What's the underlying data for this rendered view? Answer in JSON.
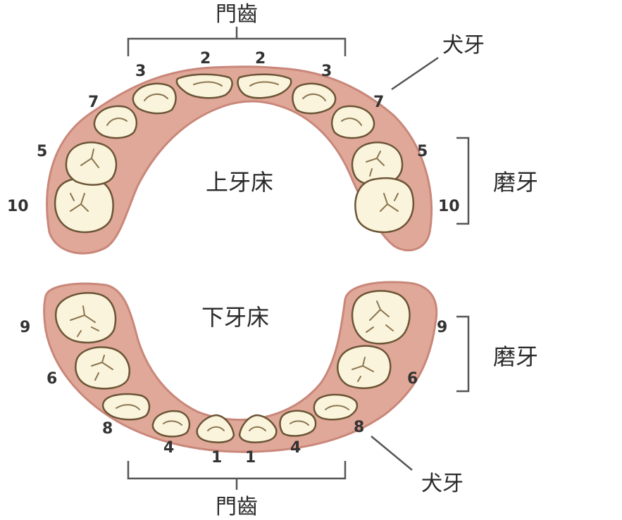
{
  "upper_label": "上牙床",
  "lower_label": "下牙床",
  "incisor_top": "門齒",
  "incisor_bottom": "門齒",
  "canine_top": "犬牙",
  "canine_bottom": "犬牙",
  "molar_top": "磨牙",
  "molar_bottom": "磨牙",
  "upper_numbers": {
    "left": [
      "10",
      "5",
      "7",
      "3",
      "2"
    ],
    "right": [
      "2",
      "3",
      "7",
      "5",
      "10"
    ]
  },
  "lower_numbers": {
    "left": [
      "9",
      "6",
      "8",
      "4",
      "1"
    ],
    "right": [
      "1",
      "4",
      "8",
      "6",
      "9"
    ]
  },
  "colors": {
    "gum": "#e0a898",
    "gum_outline": "#c9877a",
    "tooth": "#fbf4dc",
    "tooth_outline": "#6b5536"
  }
}
